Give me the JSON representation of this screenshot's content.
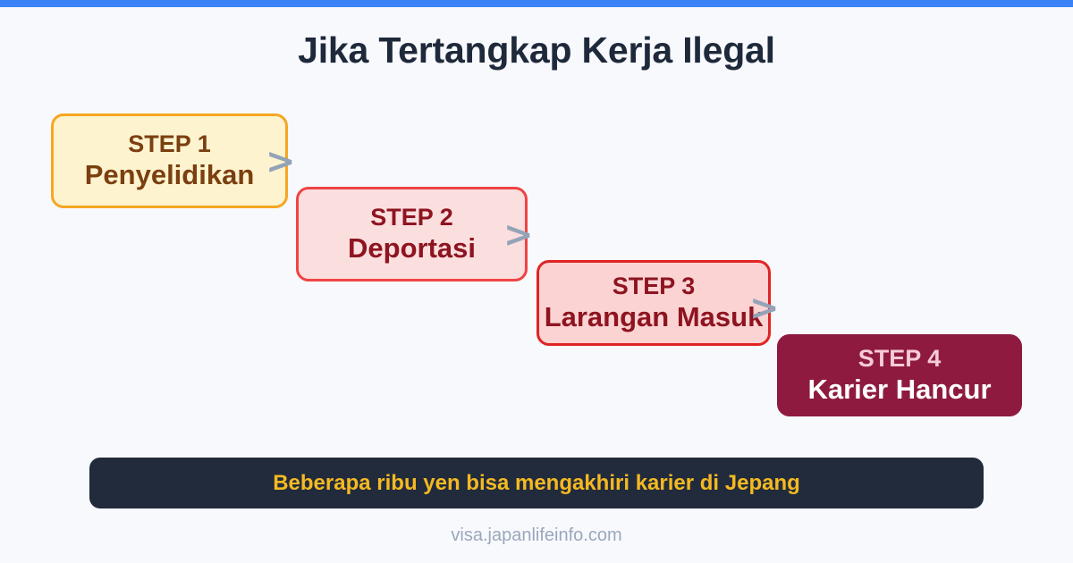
{
  "title": "Jika Tertangkap Kerja Ilegal",
  "top_bar": {
    "color": "#3b82f6"
  },
  "background_color": "#f8f9fc",
  "chart_data": {
    "type": "diagram",
    "diagram_kind": "descending-staircase-flow",
    "title": "Jika Tertangkap Kerja Ilegal",
    "steps": [
      {
        "label": "STEP 1",
        "name": "Penyelidikan",
        "fill": "#fdf3cf",
        "border": "#f5a623",
        "text": "#7b3f10"
      },
      {
        "label": "STEP 2",
        "name": "Deportasi",
        "fill": "#fbdede",
        "border": "#ef4444",
        "text": "#8e1420"
      },
      {
        "label": "STEP 3",
        "name": "Larangan Masuk",
        "fill": "#fbd3d3",
        "border": "#e02424",
        "text": "#8e1420"
      },
      {
        "label": "STEP 4",
        "name": "Karier Hancur",
        "fill": "#8e1b3f",
        "border": "#8e1b3f",
        "text": "#ffffff"
      }
    ],
    "connectors": [
      {
        "glyph": ">",
        "color": "#94a3b8"
      },
      {
        "glyph": ">",
        "color": "#94a3b8"
      },
      {
        "glyph": ">",
        "color": "#94a3b8"
      }
    ]
  },
  "steps": [
    {
      "label": "STEP 1",
      "name": "Penyelidikan"
    },
    {
      "label": "STEP 2",
      "name": "Deportasi"
    },
    {
      "label": "STEP 3",
      "name": "Larangan Masuk"
    },
    {
      "label": "STEP 4",
      "name": "Karier Hancur"
    }
  ],
  "connectors": [
    {
      "glyph": ">"
    },
    {
      "glyph": ">"
    },
    {
      "glyph": ">"
    }
  ],
  "banner": {
    "text": "Beberapa ribu yen bisa mengakhiri karier di Jepang",
    "background": "#212b3c",
    "text_color": "#f5b921"
  },
  "footer": {
    "url": "visa.japanlifeinfo.com"
  }
}
